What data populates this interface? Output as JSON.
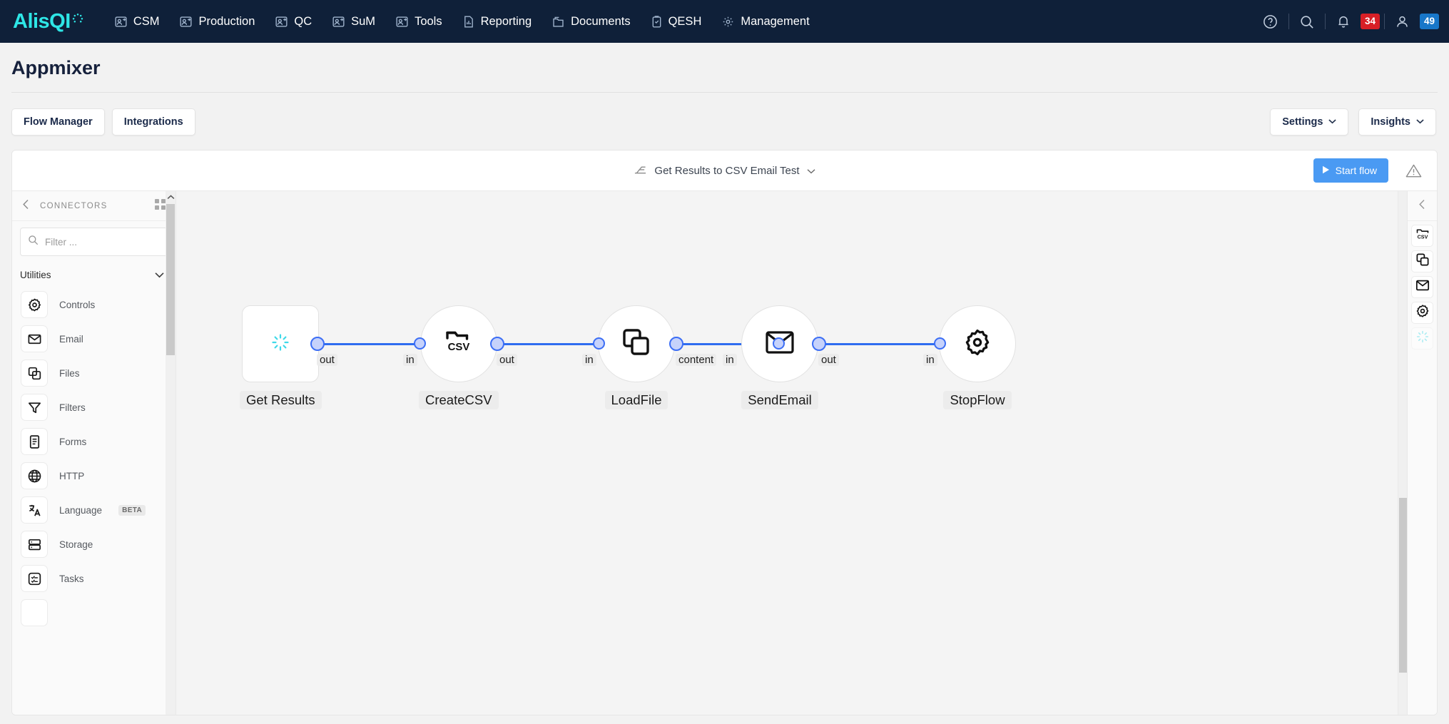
{
  "navbar": {
    "logo": "AlisQI",
    "items": [
      {
        "label": "CSM",
        "icon": "person-card-icon"
      },
      {
        "label": "Production",
        "icon": "person-card-icon"
      },
      {
        "label": "QC",
        "icon": "person-card-icon"
      },
      {
        "label": "SuM",
        "icon": "person-card-icon"
      },
      {
        "label": "Tools",
        "icon": "person-card-icon"
      },
      {
        "label": "Reporting",
        "icon": "report-icon"
      },
      {
        "label": "Documents",
        "icon": "folder-icon"
      },
      {
        "label": "QESH",
        "icon": "clipboard-check-icon"
      },
      {
        "label": "Management",
        "icon": "gear-icon"
      }
    ],
    "help_icon": "help-circle-icon",
    "search_icon": "search-icon",
    "bell_icon": "bell-icon",
    "bell_badge": "34",
    "user_icon": "user-icon",
    "user_badge": "49",
    "bell_badge_color": "#d81f26",
    "user_badge_color": "#1877c9",
    "logo_color": "#2ee6e6",
    "bg_color": "#0f2039"
  },
  "page": {
    "title": "Appmixer"
  },
  "toolbar": {
    "left_buttons": [
      {
        "label": "Flow Manager"
      },
      {
        "label": "Integrations"
      }
    ],
    "right_buttons": [
      {
        "label": "Settings",
        "caret": "⌄"
      },
      {
        "label": "Insights",
        "caret": "⌄"
      }
    ]
  },
  "flow": {
    "title": "Get Results to CSV Email Test",
    "title_icon": "flow-icon",
    "title_caret": "⌄",
    "start_button": "Start flow",
    "start_button_color": "#4a9af3",
    "play_icon": "play-icon",
    "warning_icon": "warning-triangle-icon"
  },
  "connectors": {
    "header": "CONNECTORS",
    "back_icon": "chevron-left-icon",
    "grid_icon": "grid-icon",
    "filter_placeholder": "Filter ...",
    "filter_value": "",
    "search_icon": "search-icon",
    "category": "Utilities",
    "category_caret": "chevron-down-icon",
    "items": [
      {
        "label": "Controls",
        "icon": "gear-icon",
        "badge": ""
      },
      {
        "label": "Email",
        "icon": "envelope-icon",
        "badge": ""
      },
      {
        "label": "Files",
        "icon": "copy-files-icon",
        "badge": ""
      },
      {
        "label": "Filters",
        "icon": "funnel-icon",
        "badge": ""
      },
      {
        "label": "Forms",
        "icon": "form-document-icon",
        "badge": ""
      },
      {
        "label": "HTTP",
        "icon": "globe-icon",
        "badge": ""
      },
      {
        "label": "Language",
        "icon": "translate-icon",
        "badge": "BETA"
      },
      {
        "label": "Storage",
        "icon": "database-icon",
        "badge": ""
      },
      {
        "label": "Tasks",
        "icon": "task-list-icon",
        "badge": ""
      }
    ]
  },
  "canvas": {
    "nodes": [
      {
        "name": "Get Results",
        "icon": "spinner-icon",
        "shape": "square",
        "ports": [
          {
            "label": "out",
            "side": "right",
            "size": "big"
          }
        ]
      },
      {
        "name": "CreateCSV",
        "icon": "csv-folder-icon",
        "shape": "circle",
        "ports": [
          {
            "label": "in",
            "side": "left",
            "size": "small"
          },
          {
            "label": "out",
            "side": "right",
            "size": "big"
          }
        ]
      },
      {
        "name": "LoadFile",
        "icon": "copy-files-icon",
        "shape": "circle",
        "ports": [
          {
            "label": "in",
            "side": "left",
            "size": "small"
          },
          {
            "label": "content",
            "side": "right",
            "size": "big"
          }
        ]
      },
      {
        "name": "SendEmail",
        "icon": "envelope-icon",
        "shape": "circle",
        "ports": [
          {
            "label": "in",
            "side": "left",
            "size": "small"
          },
          {
            "label": "out",
            "side": "right",
            "size": "big"
          }
        ]
      },
      {
        "name": "StopFlow",
        "icon": "gear-icon",
        "shape": "circle",
        "ports": [
          {
            "label": "in",
            "side": "left",
            "size": "small"
          }
        ]
      }
    ],
    "link_color": "#2f6cf0"
  },
  "right_rail": {
    "collapse_icon": "chevron-left-icon",
    "buttons": [
      {
        "icon": "csv-folder-icon"
      },
      {
        "icon": "copy-files-icon"
      },
      {
        "icon": "envelope-icon"
      },
      {
        "icon": "gear-icon"
      },
      {
        "icon": "spinner-icon"
      }
    ]
  }
}
